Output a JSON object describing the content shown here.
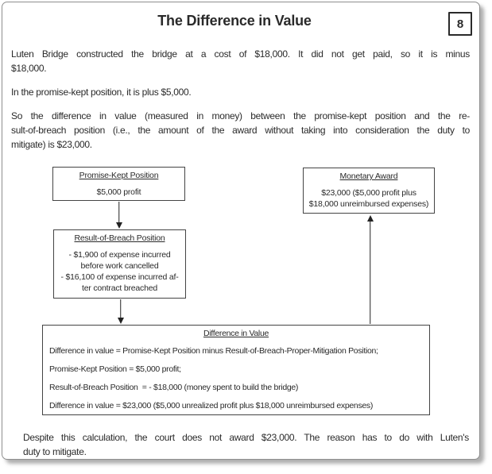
{
  "page": {
    "title": "The Difference in Value",
    "page_number": "8"
  },
  "paragraphs": [
    {
      "lines": [
        "Luten Bridge constructed the bridge at a cost of $18,000. It did not get paid, so it is minus",
        "$18,000."
      ]
    },
    {
      "lines": [
        "In the promise-kept position, it is plus $5,000."
      ]
    },
    {
      "lines": [
        "So the difference in value (measured in money) between the promise-kept position and the re-",
        "sult-of-breach position (i.e., the amount of the award without taking into consideration the duty to",
        "mitigate) is $23,000."
      ]
    }
  ],
  "diagram": {
    "boxes": [
      {
        "id": "promise-kept",
        "title": "Promise-Kept Position",
        "lines": [
          "$5,000 profit"
        ]
      },
      {
        "id": "monetary-award",
        "title": "Monetary Award",
        "lines": [
          "$23,000 ($5,000 profit plus",
          "$18,000 unreimbursed expenses)"
        ]
      },
      {
        "id": "result-of-breach",
        "title": "Result-of-Breach Position",
        "lines": [
          "- $1,900 of expense incurred",
          "before work cancelled",
          "- $16,100 of expense incurred af-",
          "ter contract breached"
        ]
      },
      {
        "id": "difference-in-value",
        "title": "Difference in Value",
        "lines": [
          "Difference in value = Promise-Kept Position minus Result-of-Breach-Proper-Mitigation Position;",
          "Promise-Kept Position = $5,000 profit;",
          "Result-of-Breach Position  = - $18,000 (money spent to build the bridge)",
          "Difference in value = $23,000 ($5,000 unrealized profit plus $18,000 unreimbursed expenses)"
        ]
      }
    ]
  },
  "footer": {
    "lines": [
      "Despite this calculation, the court does not award $23,000. The reason has to do with Luten's",
      "duty to mitigate."
    ]
  },
  "colors": {
    "background": "#ffffff",
    "text": "#2a2a2a",
    "page_border": "#8f8f8f",
    "box_border": "#444444",
    "arrow": "#222222"
  }
}
